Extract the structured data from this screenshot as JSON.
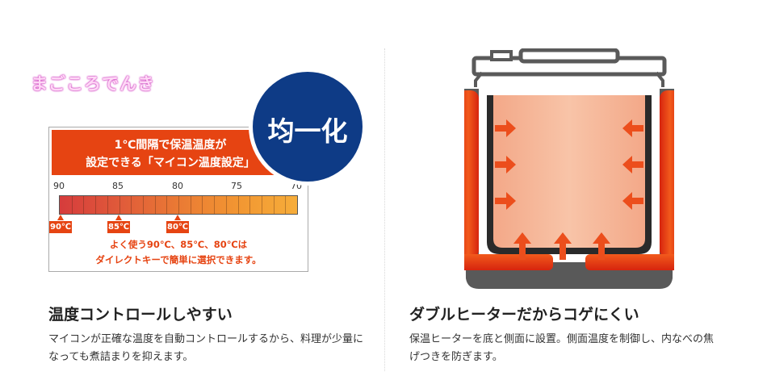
{
  "watermark": "まごころでんき",
  "left": {
    "badge": "均一化",
    "banner_line_1": "1℃間隔で保温温度が",
    "banner_line_2": "設定できる「マイコン温度設定」",
    "scale_ticks": [
      "90",
      "85",
      "80",
      "75",
      "70"
    ],
    "markers": [
      "90℃",
      "85℃",
      "80℃"
    ],
    "note_line_1": "よく使う90℃、85℃、80℃は",
    "note_line_2": "ダイレクトキーで簡単に選択できます。",
    "heading": "温度コントロールしやすい",
    "desc_line_1": "マイコンが正確な温度を自動コントロールするから、料理が少量に",
    "desc_line_2": "なっても煮詰まりを抑えます。"
  },
  "right": {
    "heading": "ダブルヒーターだからコゲにくい",
    "desc_line_1": "保温ヒーターを底と側面に設置。側面温度を制御し、内なべの焦",
    "desc_line_2": "げつきを防ぎます。"
  },
  "colors": {
    "accent_orange": "#e64412",
    "badge_blue": "#0e3b86",
    "heater_red": "#e8361a",
    "content_peach": "#f6b99a",
    "body_gray": "#555555"
  }
}
